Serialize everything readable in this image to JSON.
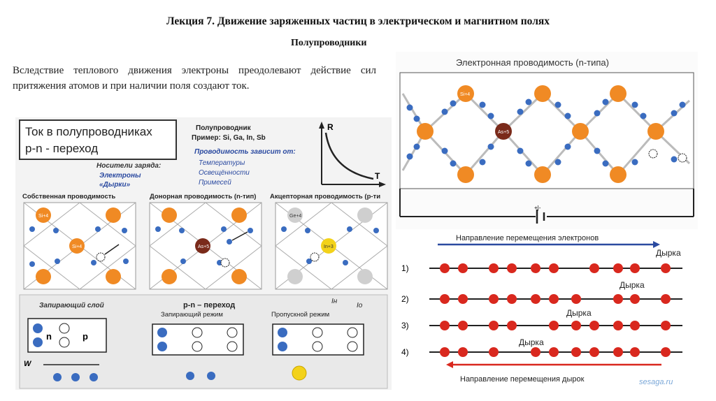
{
  "header": {
    "title": "Лекция 7. Движение заряженных частиц в электрическом и магнитном полях",
    "subtitle": "Полупроводники"
  },
  "intro_text": "Вследствие теплового движения электроны преодолевают действие сил притяжения атомов и при наличии поля создают ток.",
  "left_panel": {
    "box_title_line1": "Ток в полупроводниках",
    "box_title_line2": "p-n - переход",
    "carriers_title": "Носители заряда:",
    "carrier1": "Электроны",
    "carrier2": "«Дырки»",
    "semi_title": "Полупроводник",
    "semi_example": "Пример: Si, Ga, In, Sb",
    "depends_title": "Проводимость зависит от:",
    "dep1": "Температуры",
    "dep2": "Освещённости",
    "dep3": "Примесей",
    "graph_y": "R",
    "graph_x": "T",
    "lattice1_title": "Собственная проводимость",
    "lattice2_title": "Донорная проводимость (n-тип)",
    "lattice3_title": "Акцепторная проводимость (p-ти",
    "si_label": "Si+4",
    "as_label": "As+5",
    "ge_label": "Ge+4",
    "in_label": "In+3",
    "blocking_label": "Запирающий слой",
    "pn_title": "p-n – переход",
    "blocking_mode": "Запирающий режим",
    "forward_mode": "Пропускной режим",
    "n_label": "n",
    "p_label": "p",
    "w_label": "W",
    "in_current": "Iн",
    "io_current": "Io"
  },
  "right_top": {
    "title": "Электронная проводимость (n-типа)",
    "si_label": "Si+4",
    "as_label": "As+5",
    "battery_label": "+|-"
  },
  "right_bottom": {
    "top_label": "Направление перемещения электронов",
    "bottom_label": "Направление перемещения дырок",
    "hole_label": "Дырка",
    "rows": [
      "1)",
      "2)",
      "3)",
      "4)"
    ],
    "watermark": "sesaga.ru"
  }
}
